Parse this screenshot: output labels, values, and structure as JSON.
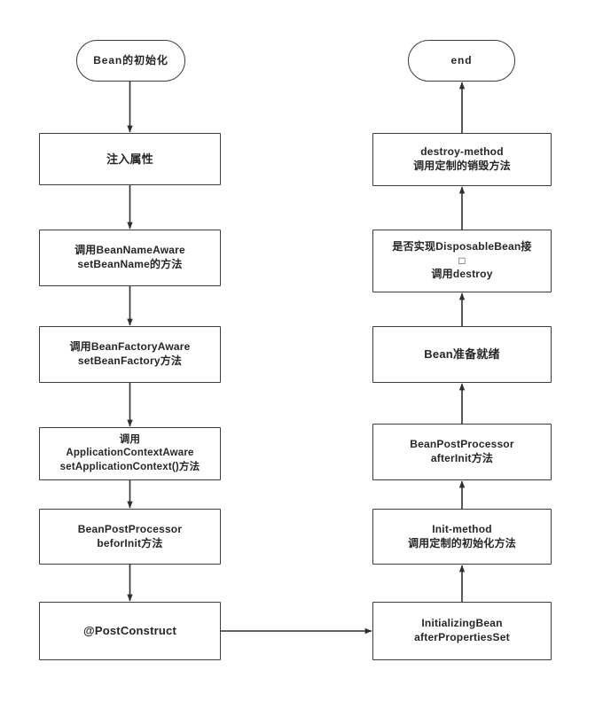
{
  "diagram": {
    "title": "Spring Bean Lifecycle Flowchart",
    "type": "flowchart",
    "background_color": "#ffffff",
    "stroke_color": "#3b3b3b",
    "text_color": "#262626",
    "left_column": {
      "start": {
        "label": "Bean的初始化",
        "shape": "terminator"
      },
      "steps": [
        {
          "label": "注入属性",
          "shape": "process"
        },
        {
          "label": "调用BeanNameAware\nsetBeanName的方法",
          "shape": "process"
        },
        {
          "label": "调用BeanFactoryAware\nsetBeanFactory方法",
          "shape": "process"
        },
        {
          "label": "调用\nApplicationContextAware\nsetApplicationContext()方法",
          "shape": "process"
        },
        {
          "label": "BeanPostProcessor\nbeforInit方法",
          "shape": "process"
        },
        {
          "label": "@PostConstruct",
          "shape": "process"
        }
      ]
    },
    "right_column": {
      "end": {
        "label": "end",
        "shape": "terminator"
      },
      "steps": [
        {
          "label": "destroy-method\n调用定制的销毁方法",
          "shape": "process"
        },
        {
          "label": "是否实现DisposableBean接\n□\n调用destroy",
          "shape": "process"
        },
        {
          "label": "Bean准备就绪",
          "shape": "process"
        },
        {
          "label": "BeanPostProcessor\nafterInit方法",
          "shape": "process"
        },
        {
          "label": "Init-method\n调用定制的初始化方法",
          "shape": "process"
        },
        {
          "label": "InitializingBean\nafterPropertiesSet",
          "shape": "process"
        }
      ]
    },
    "connectors": [
      {
        "from": "Bean的初始化",
        "to": "注入属性",
        "direction": "down"
      },
      {
        "from": "注入属性",
        "to": "调用BeanNameAware setBeanName的方法",
        "direction": "down"
      },
      {
        "from": "调用BeanNameAware setBeanName的方法",
        "to": "调用BeanFactoryAware setBeanFactory方法",
        "direction": "down"
      },
      {
        "from": "调用BeanFactoryAware setBeanFactory方法",
        "to": "调用ApplicationContextAware setApplicationContext()方法",
        "direction": "down"
      },
      {
        "from": "调用ApplicationContextAware setApplicationContext()方法",
        "to": "BeanPostProcessor beforInit方法",
        "direction": "down"
      },
      {
        "from": "BeanPostProcessor beforInit方法",
        "to": "@PostConstruct",
        "direction": "down"
      },
      {
        "from": "@PostConstruct",
        "to": "InitializingBean afterPropertiesSet",
        "direction": "right"
      },
      {
        "from": "InitializingBean afterPropertiesSet",
        "to": "Init-method 调用定制的初始化方法",
        "direction": "up"
      },
      {
        "from": "Init-method 调用定制的初始化方法",
        "to": "BeanPostProcessor afterInit方法",
        "direction": "up"
      },
      {
        "from": "BeanPostProcessor afterInit方法",
        "to": "Bean准备就绪",
        "direction": "up"
      },
      {
        "from": "Bean准备就绪",
        "to": "是否实现DisposableBean接口 调用destroy",
        "direction": "up"
      },
      {
        "from": "是否实现DisposableBean接口 调用destroy",
        "to": "destroy-method 调用定制的销毁方法",
        "direction": "up"
      },
      {
        "from": "destroy-method 调用定制的销毁方法",
        "to": "end",
        "direction": "up"
      }
    ]
  }
}
